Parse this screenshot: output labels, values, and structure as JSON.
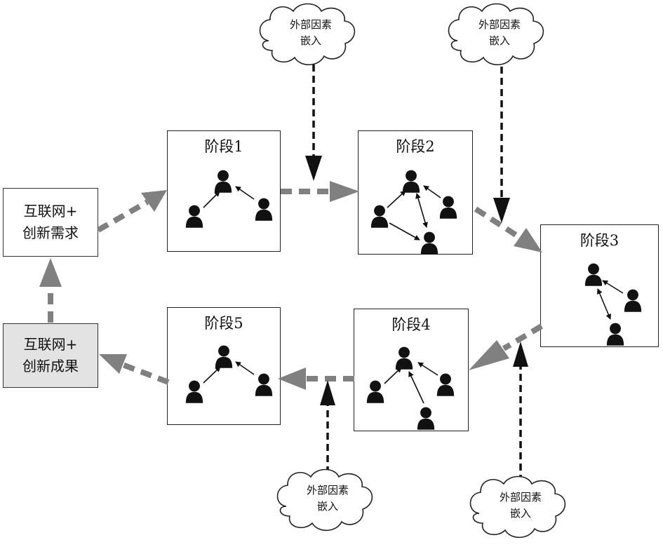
{
  "start_box": {
    "line1": "互联网+",
    "line2": "创新需求"
  },
  "end_box": {
    "line1": "互联网+",
    "line2": "创新成果"
  },
  "stages": [
    {
      "label": "阶段1"
    },
    {
      "label": "阶段2"
    },
    {
      "label": "阶段3"
    },
    {
      "label": "阶段4"
    },
    {
      "label": "阶段5"
    }
  ],
  "external_factor": {
    "line1": "外部因素",
    "line2": "嵌入"
  },
  "colors": {
    "flow_arrow": "#808080",
    "external_arrow": "#111111",
    "person": "#111111",
    "end_box_fill": "#e3e3e3"
  }
}
